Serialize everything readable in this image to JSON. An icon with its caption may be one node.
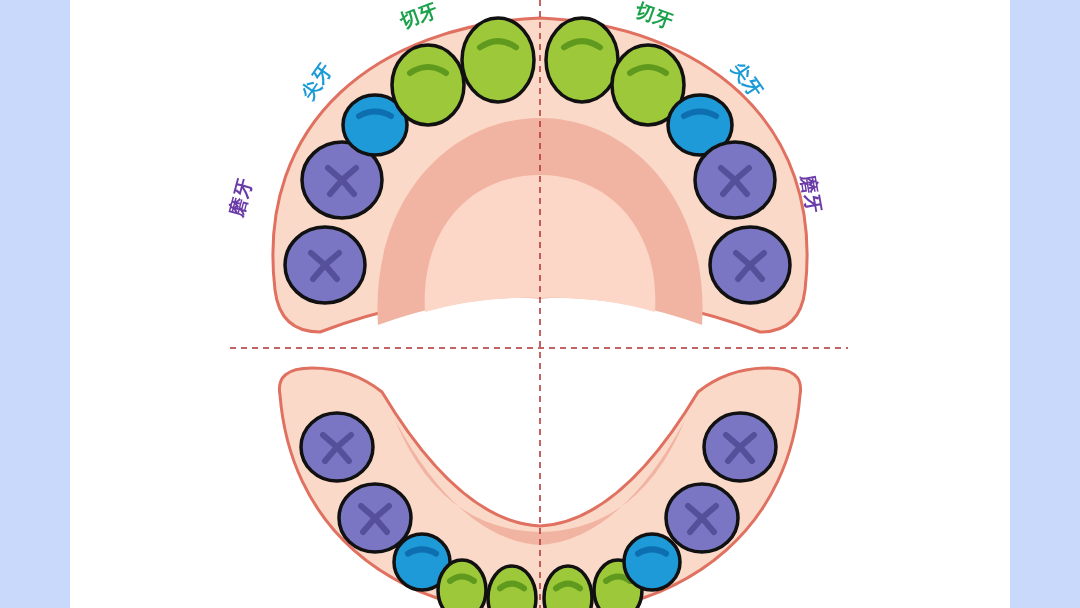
{
  "diagram": {
    "labels": [
      "切牙",
      "切牙",
      "尖牙",
      "尖牙",
      "磨牙",
      "磨牙"
    ]
  }
}
